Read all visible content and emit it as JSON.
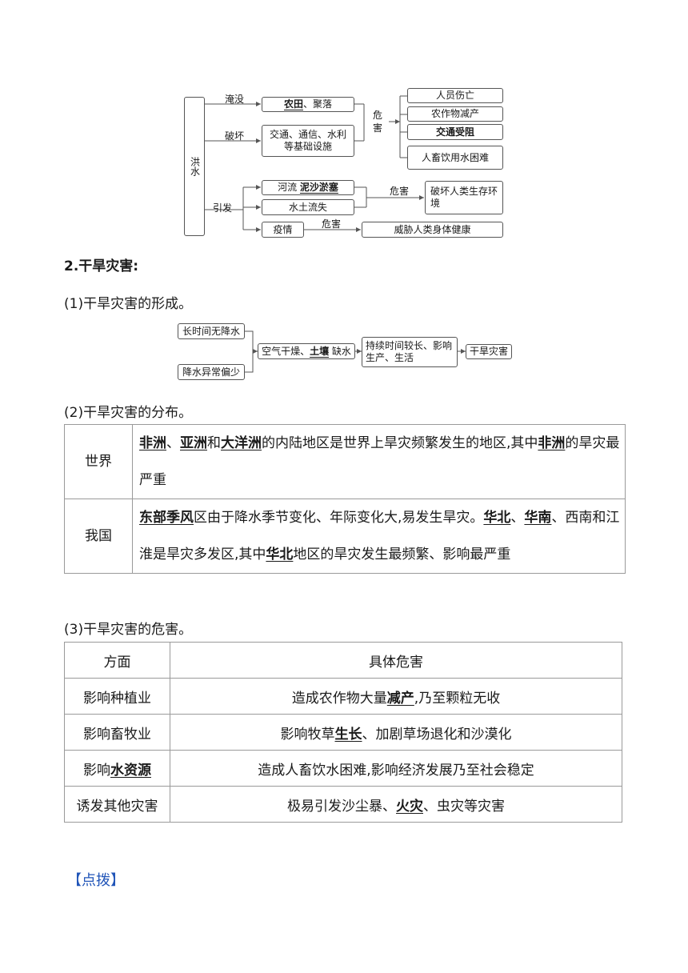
{
  "flood": {
    "root": "洪水",
    "branch_yanmo": "淹没",
    "branch_pohuai": "破坏",
    "branch_yinfa": "引发",
    "box_nongtian_bold": "农田",
    "box_nongtian_rest": "、聚落",
    "box_jiaotong": "交通、通信、水利等基础设施",
    "weihai_label": "危害",
    "harm_renyuan": "人员伤亡",
    "harm_nongzuowu": "农作物减产",
    "harm_jiaotong": "交通受阻",
    "harm_renchu": "人畜饮用水困难",
    "box_heliu_pre": "河流",
    "box_heliu_bold": "泥沙淤塞",
    "box_shuitu": "水土流失",
    "weihai2_label": "危害",
    "harm_pohuai": "破坏人类生存环境",
    "box_yiqing": "疫情",
    "weihai3_label": "危害",
    "harm_weixie": "威胁人类身体健康"
  },
  "section2": {
    "title": "2.干旱灾害:"
  },
  "formation": {
    "heading": "(1)干旱灾害的形成。",
    "cause1": "长时间无降水",
    "cause2": "降水异常偏少",
    "mid_pre": "空气干燥、",
    "mid_bold": "土壤",
    "mid_post": "缺水",
    "effect": "持续时间较长、影响生产、生活",
    "result": "干旱灾害"
  },
  "distribution": {
    "heading": "(2)干旱灾害的分布。",
    "world_label": "世界",
    "world": {
      "b1": "非洲",
      "s1": "、",
      "b2": "亚洲",
      "s2": "和",
      "b3": "大洋洲",
      "s3": "的内陆地区是世界上旱灾频繁发生的地区,其中",
      "b4": "非洲",
      "s4": "的旱灾最严重"
    },
    "china_label": "我国",
    "china": {
      "b1": "东部季风",
      "s1": "区由于降水季节变化、年际变化大,易发生旱灾。",
      "b2": "华北",
      "s2": "、",
      "b3": "华南",
      "s3": "、西南和江淮是旱灾多发区,其中",
      "b4": "华北",
      "s4": "地区的旱灾发生最频繁、影响最严重"
    }
  },
  "harm": {
    "heading": "(3)干旱灾害的危害。",
    "col1": "方面",
    "col2": "具体危害",
    "r1_k": "影响种植业",
    "r1_pre": "造成农作物大量",
    "r1_bold": "减产",
    "r1_post": ",乃至颗粒无收",
    "r2_k": "影响畜牧业",
    "r2_pre": "影响牧草",
    "r2_bold": "生长",
    "r2_post": "、加剧草场退化和沙漠化",
    "r3_k_pre": "影响",
    "r3_k_bold": "水资源",
    "r3_v": "造成人畜饮水困难,影响经济发展乃至社会稳定",
    "r4_k": "诱发其他灾害",
    "r4_pre": "极易引发沙尘暴、",
    "r4_bold": "火灾",
    "r4_post": "、虫灾等灾害"
  },
  "tip": "【点拨】"
}
